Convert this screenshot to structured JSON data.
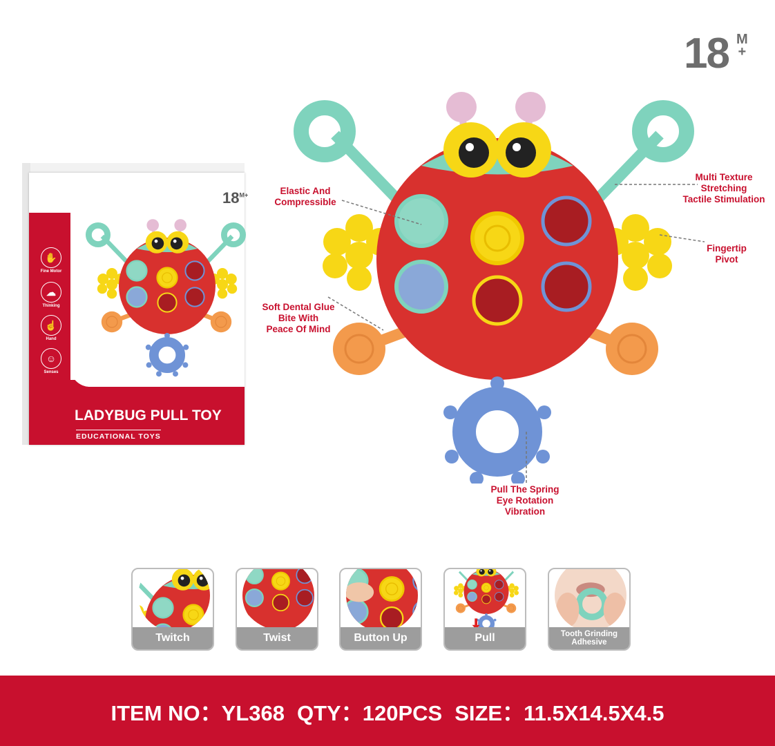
{
  "age_badge": {
    "number": "18",
    "unit": "M",
    "plus": "+"
  },
  "box": {
    "title": "LADYBUG PULL TOY",
    "subtitle": "EDUCATIONAL TOYS",
    "age": "18",
    "age_unit": "M+",
    "features": [
      "Fine Motor",
      "Thinking",
      "Hand",
      "Senses"
    ]
  },
  "callouts": {
    "elastic": [
      "Elastic And",
      "Compressible"
    ],
    "texture": [
      "Multi Texture",
      "Stretching",
      "Tactile Stimulation"
    ],
    "fingertip": [
      "Fingertip",
      "Pivot"
    ],
    "dental": [
      "Soft Dental Glue",
      "Bite With",
      "Peace Of Mind"
    ],
    "pull": [
      "Pull The Spring",
      "Eye Rotation",
      "Vibration"
    ]
  },
  "actions": [
    {
      "label": "Twitch"
    },
    {
      "label": "Twist"
    },
    {
      "label": "Button Up"
    },
    {
      "label": "Pull"
    },
    {
      "label": "Tooth Grinding Adhesive"
    }
  ],
  "footer": {
    "item_label": "ITEM NO：",
    "item_no": "YL368",
    "qty_label": "QTY：",
    "qty": "120PCS",
    "size_label": "SIZE：",
    "size": "11.5X14.5X4.5"
  },
  "colors": {
    "brand_red": "#c8102e",
    "teal": "#7fd3bd",
    "yellow": "#f7d716",
    "orange": "#f39a4c",
    "blue": "#6f93d6"
  }
}
